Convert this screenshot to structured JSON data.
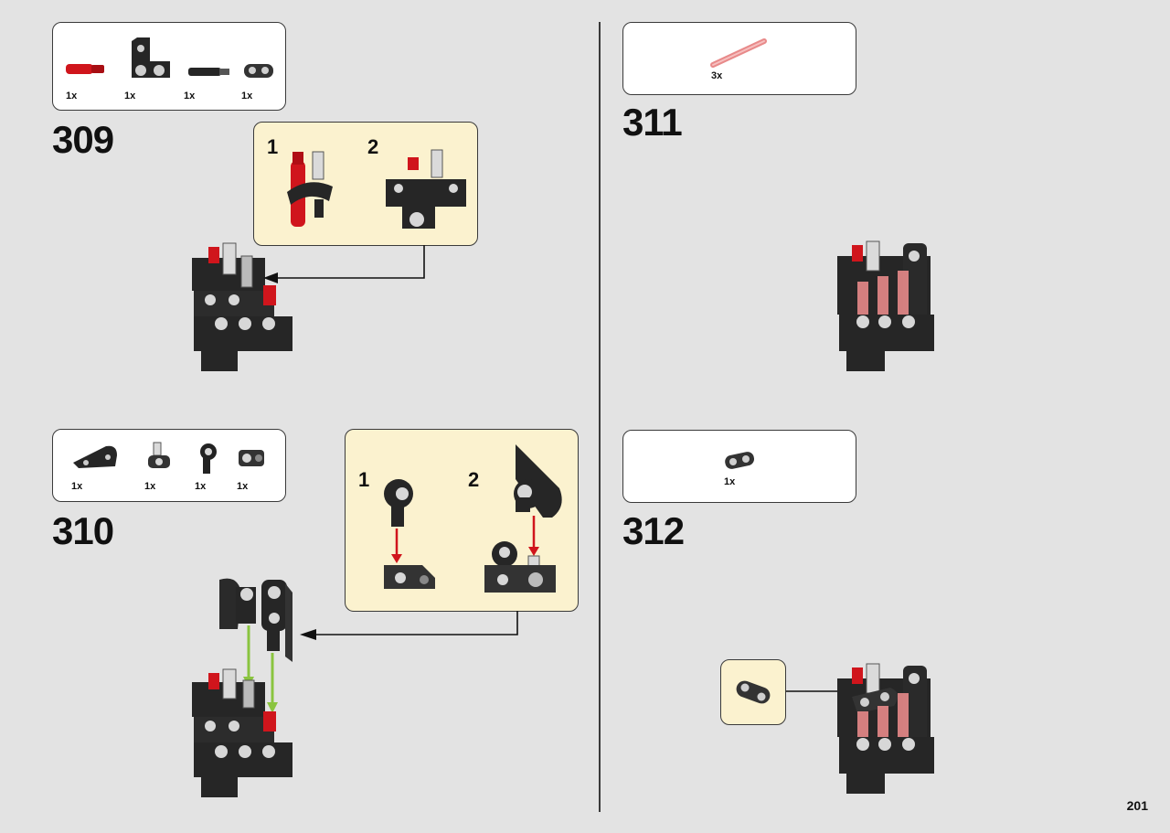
{
  "page": {
    "number": "201"
  },
  "steps": [
    {
      "number": "309",
      "parts": [
        {
          "icon": "red-axle-pin-icon",
          "qty": "1x",
          "color": "#d0151c"
        },
        {
          "icon": "triangle-beam-icon",
          "qty": "1x",
          "color": "#222222"
        },
        {
          "icon": "black-pin-axle-icon",
          "qty": "1x",
          "color": "#222222"
        },
        {
          "icon": "half-beam-icon",
          "qty": "1x",
          "color": "#333333"
        }
      ],
      "substeps": [
        "1",
        "2"
      ]
    },
    {
      "number": "310",
      "parts": [
        {
          "icon": "panel-icon",
          "qty": "1x",
          "color": "#222222"
        },
        {
          "icon": "axle-connector-icon",
          "qty": "1x",
          "color": "#333333"
        },
        {
          "icon": "angle-connector-icon",
          "qty": "1x",
          "color": "#222222"
        },
        {
          "icon": "pin-block-icon",
          "qty": "1x",
          "color": "#333333"
        }
      ],
      "substeps": [
        "1",
        "2"
      ]
    },
    {
      "number": "311",
      "parts": [
        {
          "icon": "trans-red-axle-icon",
          "qty": "3x",
          "color": "#f29a9a"
        }
      ]
    },
    {
      "number": "312",
      "parts": [
        {
          "icon": "half-beam-icon",
          "qty": "1x",
          "color": "#333333"
        }
      ]
    }
  ],
  "colors": {
    "callout_bg": "#fbf2cf",
    "accent_red": "#d0151c",
    "guide_green": "#8ac43f",
    "pink_axle": "#e88a8a"
  }
}
